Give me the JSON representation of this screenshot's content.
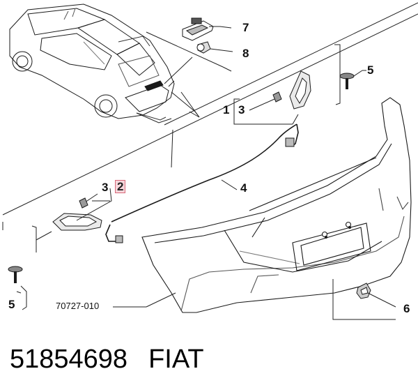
{
  "diagram": {
    "callouts": {
      "c1": "1",
      "c2": "2",
      "c3a": "3",
      "c3b": "3",
      "c4": "4",
      "c5a": "5",
      "c5b": "5",
      "c6": "6",
      "c7": "7",
      "c8": "8"
    },
    "reference_code": "70727-010",
    "highlighted_callout": "2"
  },
  "footer": {
    "part_number": "51854698",
    "brand": "FIAT"
  }
}
